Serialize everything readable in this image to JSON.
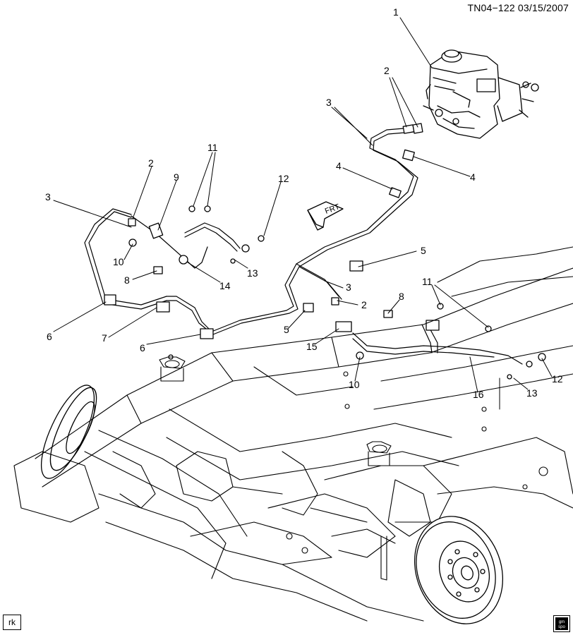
{
  "header": {
    "code_date": "TN04−122  03/15/2007"
  },
  "footer": {
    "initials": "rk",
    "logo_text": "gm spo"
  },
  "callouts": [
    {
      "id": "c1",
      "label": "1"
    },
    {
      "id": "c2a",
      "label": "2"
    },
    {
      "id": "c3a",
      "label": "3"
    },
    {
      "id": "c4a",
      "label": "4"
    },
    {
      "id": "c4b",
      "label": "4"
    },
    {
      "id": "c11a",
      "label": "11"
    },
    {
      "id": "c2b",
      "label": "2"
    },
    {
      "id": "c9",
      "label": "9"
    },
    {
      "id": "c12a",
      "label": "12"
    },
    {
      "id": "c3b",
      "label": "3"
    },
    {
      "id": "c5a",
      "label": "5"
    },
    {
      "id": "c10a",
      "label": "10"
    },
    {
      "id": "c13a",
      "label": "13"
    },
    {
      "id": "c8a",
      "label": "8"
    },
    {
      "id": "c14",
      "label": "14"
    },
    {
      "id": "c3c",
      "label": "3"
    },
    {
      "id": "c11b",
      "label": "11"
    },
    {
      "id": "c8b",
      "label": "8"
    },
    {
      "id": "c2c",
      "label": "2"
    },
    {
      "id": "c6a",
      "label": "6"
    },
    {
      "id": "c7",
      "label": "7"
    },
    {
      "id": "c5b",
      "label": "5"
    },
    {
      "id": "c15",
      "label": "15"
    },
    {
      "id": "c6b",
      "label": "6"
    },
    {
      "id": "c10b",
      "label": "10"
    },
    {
      "id": "c16",
      "label": "16"
    },
    {
      "id": "c13b",
      "label": "13"
    },
    {
      "id": "c12b",
      "label": "12"
    }
  ],
  "front_arrow": {
    "label": "FRT"
  },
  "colors": {
    "line": "#000000",
    "background": "#ffffff"
  }
}
